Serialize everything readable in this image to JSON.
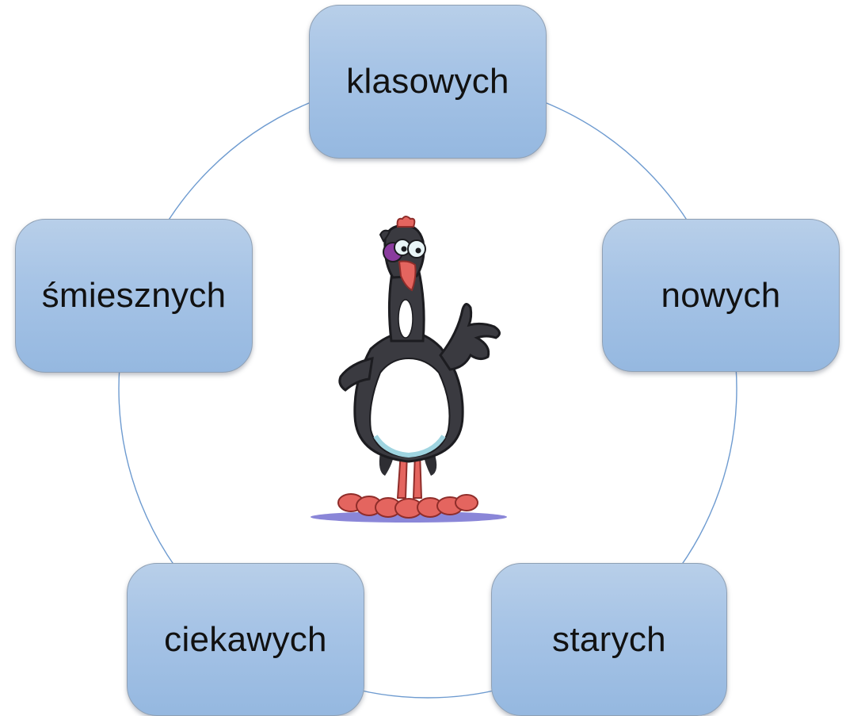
{
  "cycle": {
    "nodes": [
      {
        "id": "top",
        "label": "klasowych"
      },
      {
        "id": "right",
        "label": "nowych"
      },
      {
        "id": "bottom-right",
        "label": "starych"
      },
      {
        "id": "bottom-left",
        "label": "ciekawych"
      },
      {
        "id": "left",
        "label": "śmiesznych"
      }
    ],
    "connector_color": "#6e9bd0",
    "node_fill_color": "#a7c4e6"
  },
  "center_image": {
    "icon": "cartoon-penguin-icon"
  }
}
